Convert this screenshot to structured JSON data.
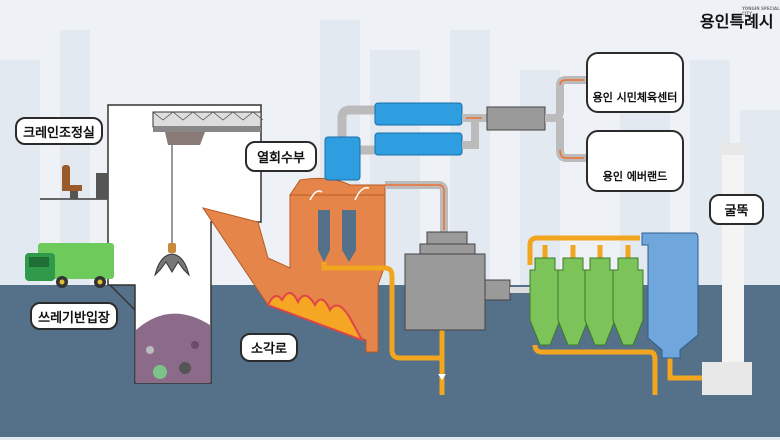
{
  "logo": {
    "text": "용인특례시",
    "subtext": "YONGIN SPECIAL CITY"
  },
  "labels": {
    "crane_control_room": "크레인조정실",
    "waste_receiving": "쓰레기반입장",
    "heat_recovery": "열회수부",
    "incinerator": "소각로",
    "chimney": "굴뚝"
  },
  "destinations": [
    {
      "label": "용인 시민체육센터",
      "icon": "stadium-icon"
    },
    {
      "label": "용인 에버랜드",
      "icon": "amusement-park-icon"
    }
  ],
  "colors": {
    "sky": "#eef2f6",
    "ground": "#557089",
    "brick": "#e5854a",
    "heat_exchanger": "#2f9ee0",
    "cyclone": "#7cc35a",
    "filter": "#6fa6dc",
    "pipe": "#f2a51e",
    "reactor": "#9a9a9a",
    "truck": "#4caf50"
  }
}
